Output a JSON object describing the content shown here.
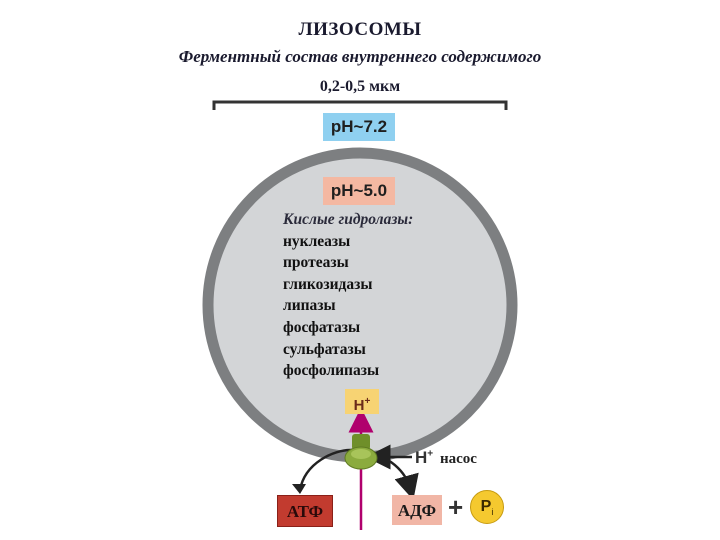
{
  "title": "ЛИЗОСОМЫ",
  "subtitle": "Ферментный состав внутреннего содержимого",
  "scale_label": "0,2-0,5 мкм",
  "ph_outside": "pH~7.2",
  "ph_inside": "pH~5.0",
  "enzymes": {
    "heading": "Кислые гидролазы:",
    "items": [
      "нуклеазы",
      "протеазы",
      "гликозидазы",
      "липазы",
      "фосфатазы",
      "сульфатазы",
      "фосфолипазы"
    ]
  },
  "proton_inside": {
    "base": "H",
    "charge": "+"
  },
  "proton_outside": {
    "base": "H",
    "charge": "+"
  },
  "pump_label": "насос",
  "atp_label": "АТФ",
  "adp_label": "АДФ",
  "plus_sign": "+",
  "phosphate": {
    "base": "P",
    "sub": "i"
  },
  "colors": {
    "membrane": "#7d7f81",
    "lumen": "#d3d5d7",
    "pump": "#8bab3e",
    "arrow": "#b0006d",
    "ph_outside_bg": "#8fd0f0",
    "ph_inside_bg": "#f4b8a2",
    "atp_bg": "#c23b2f",
    "adp_bg": "#f1b6a6"
  }
}
